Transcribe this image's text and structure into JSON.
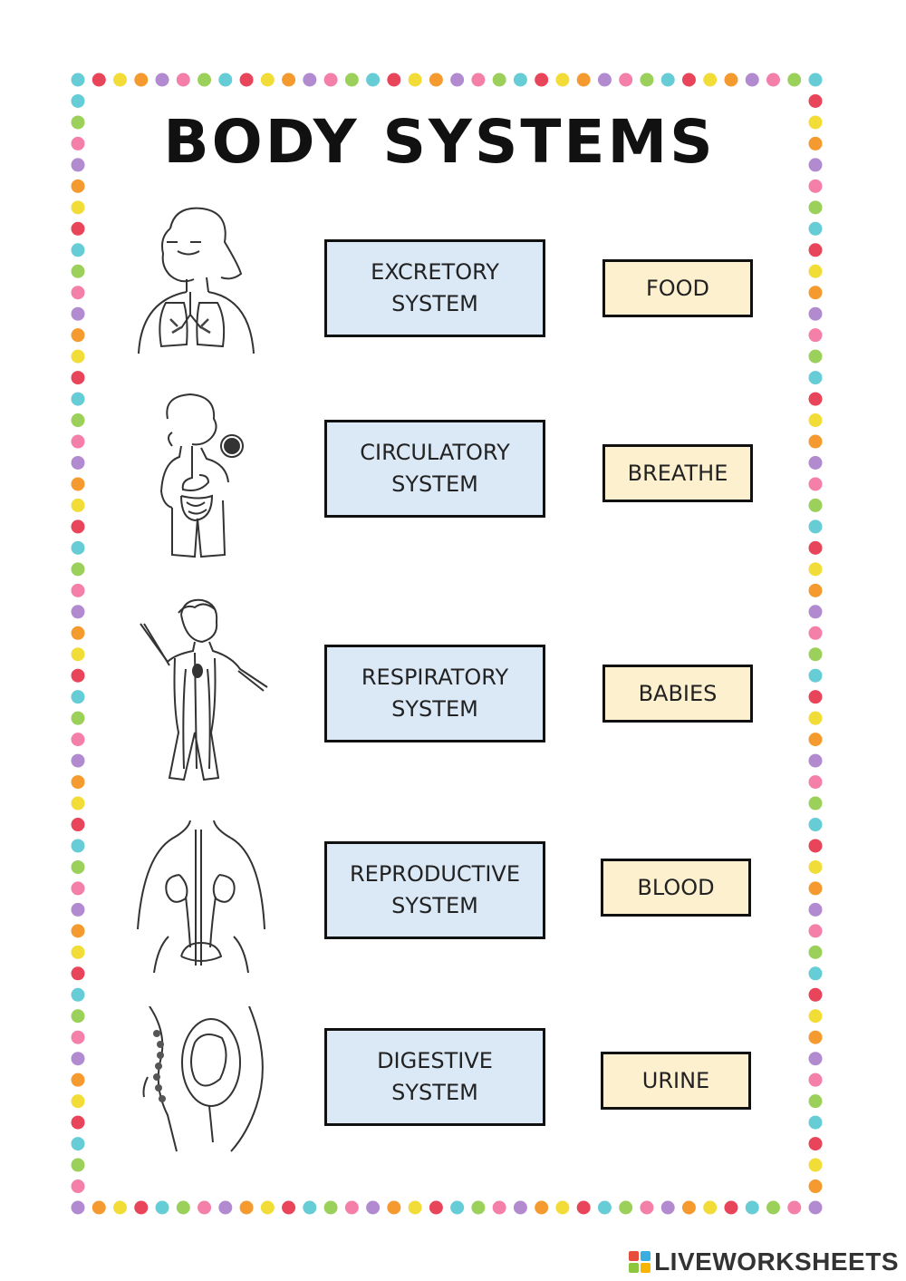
{
  "title": "BODY SYSTEMS",
  "systems": [
    {
      "line1": "EXCRETORY",
      "line2": "SYSTEM"
    },
    {
      "line1": "CIRCULATORY",
      "line2": "SYSTEM"
    },
    {
      "line1": "RESPIRATORY",
      "line2": "SYSTEM"
    },
    {
      "line1": "REPRODUCTIVE",
      "line2": "SYSTEM"
    },
    {
      "line1": "DIGESTIVE",
      "line2": "SYSTEM"
    }
  ],
  "words": [
    "FOOD",
    "BREATHE",
    "BABIES",
    "BLOOD",
    "URINE"
  ],
  "illustrations": [
    "lungs-illustration",
    "digestive-illustration",
    "circulatory-illustration",
    "kidneys-illustration",
    "pregnancy-illustration"
  ],
  "logo": {
    "text": "LIVEWORKSHEETS",
    "colors": [
      "#e84c3d",
      "#3aaee0",
      "#8cc63f",
      "#f7b500"
    ]
  },
  "border_colors": [
    "#66ccd6",
    "#e8445a",
    "#f2dd38",
    "#f59a2e",
    "#b18ad0",
    "#f47fa8",
    "#9bd05a"
  ]
}
